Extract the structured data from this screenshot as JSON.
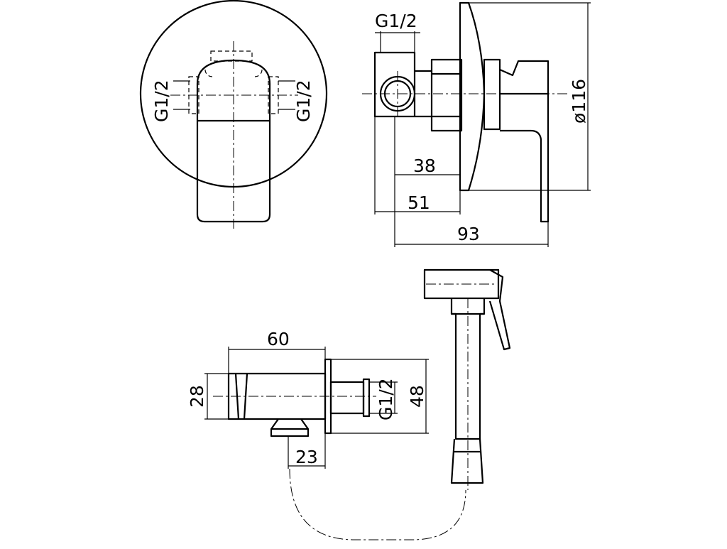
{
  "dimensions": {
    "top_left_left_thread": "G1/2",
    "top_left_right_thread": "G1/2",
    "top_right_thread": "G1/2",
    "top_right_dia": "ø116",
    "top_right_d38": "38",
    "top_right_d51": "51",
    "top_right_d93": "93",
    "bottom_d60": "60",
    "bottom_d28": "28",
    "bottom_thread": "G1/2",
    "bottom_d48": "48",
    "bottom_d23": "23"
  }
}
